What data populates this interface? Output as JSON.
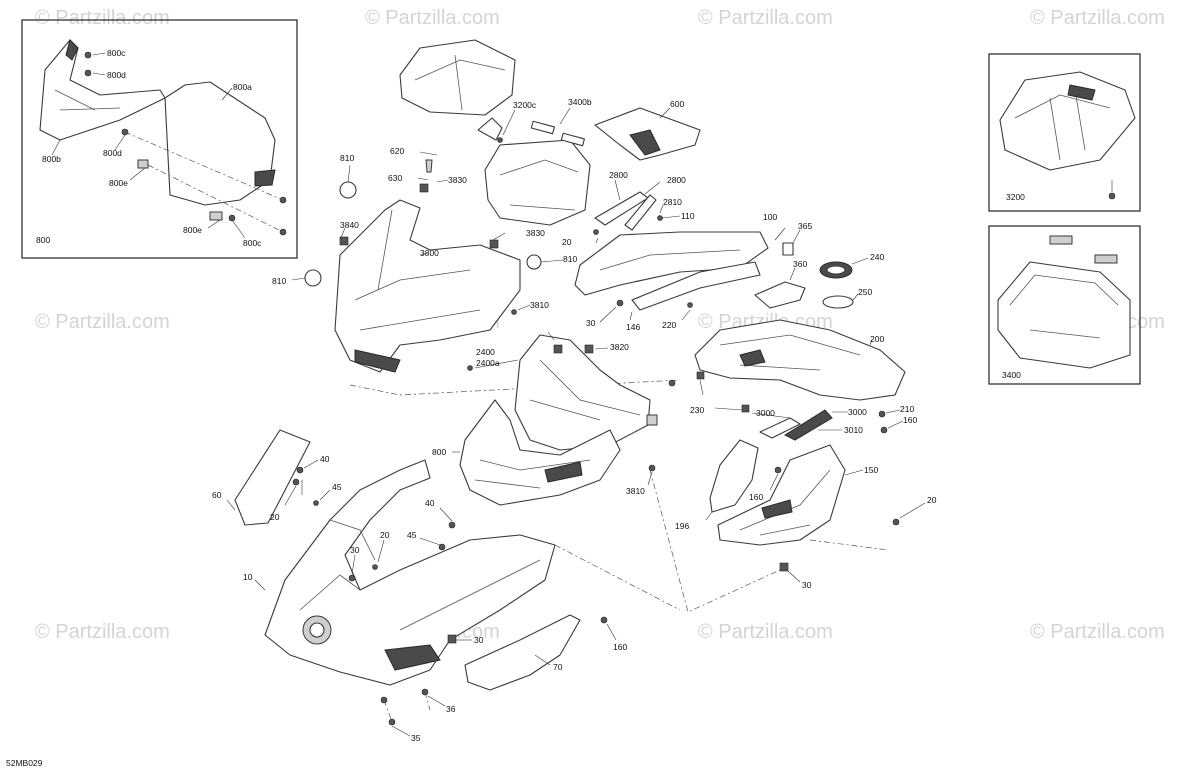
{
  "watermark_text": "© Partzilla.com",
  "diagram_ref": "52MB029",
  "inset_left_label": "800",
  "inset_right_top_label": "3200",
  "inset_right_bottom_label": "3400",
  "callouts": {
    "c800c_a": "800c",
    "c800d": "800d",
    "c800a": "800a",
    "c800b": "800b",
    "c800d_b": "800d",
    "c800e_a": "800e",
    "c800e_b": "800e",
    "c800c_b": "800c",
    "c810_top": "810",
    "c620": "620",
    "c630": "630",
    "c3830_a": "3830",
    "c3840": "3840",
    "c3830_b": "3830",
    "c3800": "3800",
    "c810_mid": "810",
    "c810_left": "810",
    "c3810_a": "3810",
    "c3200c": "3200c",
    "c3400b": "3400b",
    "c600": "600",
    "c2800_a": "2800",
    "c2800_b": "2800",
    "c2810": "2810",
    "c110": "110",
    "c20_a": "20",
    "c100": "100",
    "c365": "365",
    "c360": "360",
    "c240": "240",
    "c250": "250",
    "c30_a": "30",
    "c146": "146",
    "c220": "220",
    "c2400": "2400",
    "c2400a": "2400a",
    "c3820": "3820",
    "c200": "200",
    "c230": "230",
    "c3000_a": "3000",
    "c3000_b": "3000",
    "c3010": "3010",
    "c210": "210",
    "c160_a": "160",
    "c800_mid": "800",
    "c3810_b": "3810",
    "c150": "150",
    "c160_b": "160",
    "c196": "196",
    "c20_b": "20",
    "c30_b": "30",
    "c40_a": "40",
    "c45_a": "45",
    "c60": "60",
    "c20_c": "20",
    "c30_c": "30",
    "c40_b": "40",
    "c45_b": "45",
    "c20_d": "20",
    "c10": "10",
    "c30_d": "30",
    "c160_c": "160",
    "c70": "70",
    "c36": "36",
    "c35": "35"
  }
}
